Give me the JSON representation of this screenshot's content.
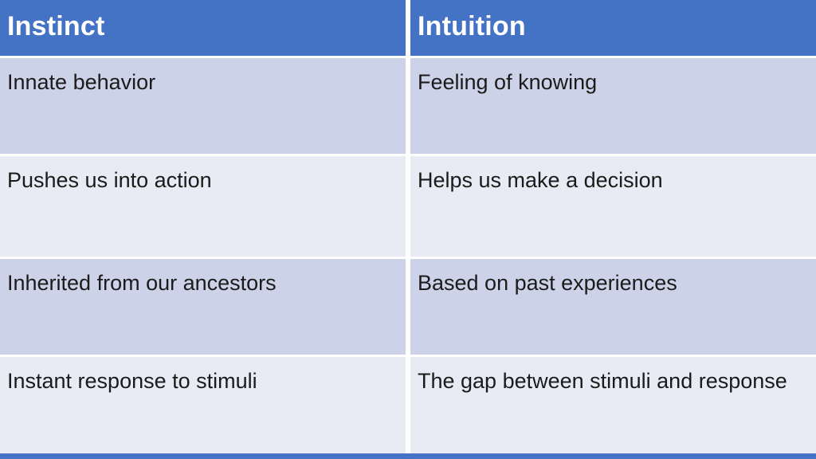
{
  "table": {
    "headers": [
      "Instinct",
      "Intuition"
    ],
    "rows": [
      [
        "Innate behavior",
        "Feeling of knowing"
      ],
      [
        "Pushes us into action",
        "Helps us make a decision"
      ],
      [
        "Inherited from our ancestors",
        "Based on past experiences"
      ],
      [
        "Instant response to stimuli",
        "The gap between stimuli and response"
      ]
    ]
  },
  "colors": {
    "header_bg": "#4472C4",
    "header_text": "#FFFFFF",
    "row_dark": "#CCD3E8",
    "row_light": "#E9EBF4",
    "body_text": "#1B1B1B",
    "divider": "#FFFFFF",
    "bottom_bar": "#4472C4"
  },
  "chart_data": {
    "type": "table",
    "columns": [
      "Instinct",
      "Intuition"
    ],
    "rows": [
      [
        "Innate behavior",
        "Feeling of knowing"
      ],
      [
        "Pushes us into action",
        "Helps us make a decision"
      ],
      [
        "Inherited from our ancestors",
        "Based on past experiences"
      ],
      [
        "Instant response to stimuli",
        "The gap between stimuli and response"
      ]
    ]
  }
}
